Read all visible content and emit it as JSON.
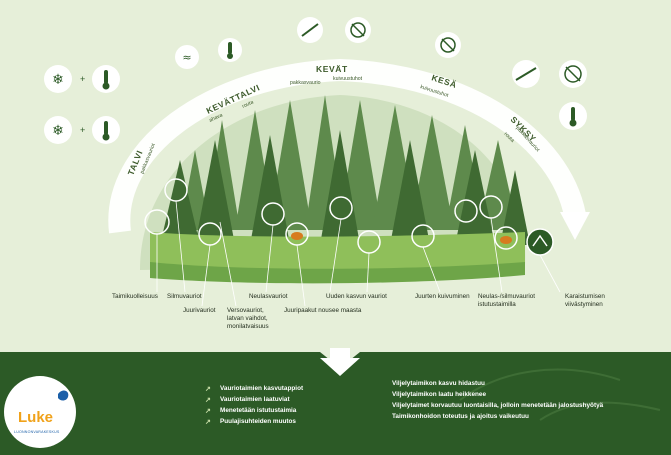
{
  "seasons": {
    "talvi": {
      "name": "TALVI",
      "sub": "pakkasvauriot"
    },
    "kevattalvi": {
      "name": "KEVÄTTALVI",
      "sub1": "ahava",
      "sub2": "routa"
    },
    "kevat": {
      "name": "KEVÄT",
      "sub1": "pakkasvaurio",
      "sub2": "kuivuustuhot"
    },
    "kesa": {
      "name": "KESÄ",
      "sub": "kuivuustuhot"
    },
    "syksy": {
      "name": "SYKSY",
      "sub1": "routa",
      "sub2": "pakkasvauriot"
    }
  },
  "damage_labels": [
    "Taimikuolleisuus",
    "Silmuvauriot",
    "Juurivauriot",
    "Versovauriot,",
    "latvan vaihdot,",
    "monilatvaisuus",
    "Neulasvauriot",
    "Juuripaakut nousee maasta",
    "Uuden kasvun vauriot",
    "Juurten kuivuminen",
    "Neulas-/silmuvauriot",
    "istutustaimilla",
    "Karaistumisen",
    "viivästyminen"
  ],
  "direct_effects": [
    "Vauriotaimien kasvutappiot",
    "Vauriotaimien laatuviat",
    "Menetetään istutustaimia",
    "Puulajisuhteiden muutos"
  ],
  "consequences": [
    "Viljelytaimikon kasvu hidastuu",
    "Viljelytaimikon laatu heikkenee",
    "Viljelytaimet korvautuu luontaisilla, jolloin menetetään jalostushyötyä",
    "Taimikonhoidon toteutus ja ajoitus vaikeutuu"
  ],
  "logo": {
    "name": "Luke",
    "sub": "LUONNONVARAKESKUS"
  },
  "colors": {
    "background": "#e6efd9",
    "forest": "#3f6a32",
    "bottom_band": "#2c5a26",
    "accent": "#f0a21b"
  }
}
